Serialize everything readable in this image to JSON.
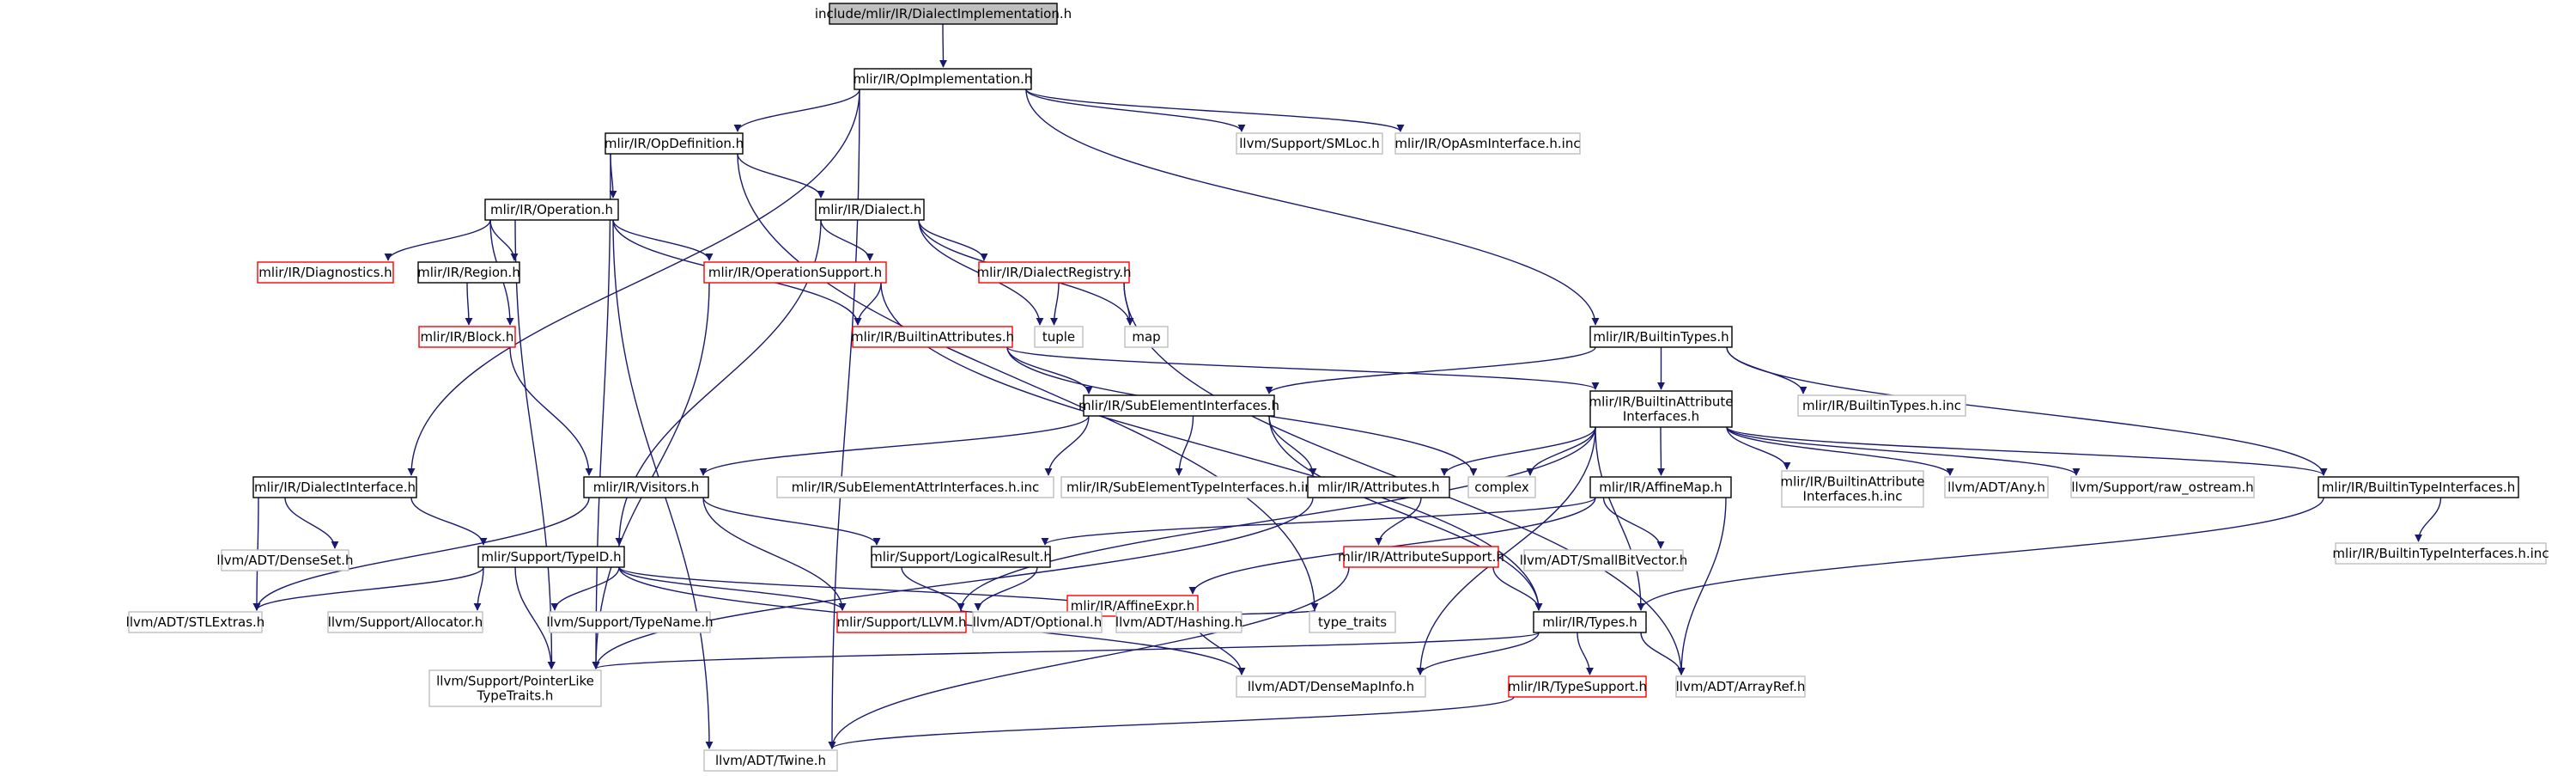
{
  "diagram": {
    "root_label": "include/mlir/IR/DialectImplementation.h",
    "colors": {
      "edge": "#191970",
      "root_fill": "#bfbfbf",
      "normal_border": "#000000",
      "missing_border": "#bfbfbf",
      "incomplete_border": "#ff0000"
    },
    "nodes": [
      {
        "id": "root",
        "lines": [
          "include/mlir/IR/DialectImplementation.h"
        ],
        "kind": "root"
      },
      {
        "id": "opimpl",
        "lines": [
          "mlir/IR/OpImplementation.h"
        ],
        "kind": "normal"
      },
      {
        "id": "opdef",
        "lines": [
          "mlir/IR/OpDefinition.h"
        ],
        "kind": "normal"
      },
      {
        "id": "smloc",
        "lines": [
          "llvm/Support/SMLoc.h"
        ],
        "kind": "missing"
      },
      {
        "id": "opasm",
        "lines": [
          "mlir/IR/OpAsmInterface.h.inc"
        ],
        "kind": "missing"
      },
      {
        "id": "operation",
        "lines": [
          "mlir/IR/Operation.h"
        ],
        "kind": "normal"
      },
      {
        "id": "dialect",
        "lines": [
          "mlir/IR/Dialect.h"
        ],
        "kind": "normal"
      },
      {
        "id": "diagnostics",
        "lines": [
          "mlir/IR/Diagnostics.h"
        ],
        "kind": "incomplete"
      },
      {
        "id": "region",
        "lines": [
          "mlir/IR/Region.h"
        ],
        "kind": "normal"
      },
      {
        "id": "opsupport",
        "lines": [
          "mlir/IR/OperationSupport.h"
        ],
        "kind": "incomplete"
      },
      {
        "id": "dialreg",
        "lines": [
          "mlir/IR/DialectRegistry.h"
        ],
        "kind": "incomplete"
      },
      {
        "id": "block",
        "lines": [
          "mlir/IR/Block.h"
        ],
        "kind": "incomplete"
      },
      {
        "id": "tuple",
        "lines": [
          "tuple"
        ],
        "kind": "missing"
      },
      {
        "id": "map",
        "lines": [
          "map"
        ],
        "kind": "missing"
      },
      {
        "id": "builtinattrs",
        "lines": [
          "mlir/IR/BuiltinAttributes.h"
        ],
        "kind": "incomplete"
      },
      {
        "id": "builtintypes",
        "lines": [
          "mlir/IR/BuiltinTypes.h"
        ],
        "kind": "normal"
      },
      {
        "id": "subelem",
        "lines": [
          "mlir/IR/SubElementInterfaces.h"
        ],
        "kind": "normal"
      },
      {
        "id": "baif",
        "lines": [
          "mlir/IR/BuiltinAttribute",
          "Interfaces.h"
        ],
        "kind": "normal"
      },
      {
        "id": "btinc",
        "lines": [
          "mlir/IR/BuiltinTypes.h.inc"
        ],
        "kind": "missing"
      },
      {
        "id": "dialif",
        "lines": [
          "mlir/IR/DialectInterface.h"
        ],
        "kind": "normal"
      },
      {
        "id": "visitors",
        "lines": [
          "mlir/IR/Visitors.h"
        ],
        "kind": "normal"
      },
      {
        "id": "seaif",
        "lines": [
          "mlir/IR/SubElementAttrInterfaces.h.inc"
        ],
        "kind": "missing"
      },
      {
        "id": "setif",
        "lines": [
          "mlir/IR/SubElementTypeInterfaces.h.inc"
        ],
        "kind": "missing"
      },
      {
        "id": "attributes",
        "lines": [
          "mlir/IR/Attributes.h"
        ],
        "kind": "normal"
      },
      {
        "id": "complex",
        "lines": [
          "complex"
        ],
        "kind": "missing"
      },
      {
        "id": "affinemap",
        "lines": [
          "mlir/IR/AffineMap.h"
        ],
        "kind": "normal"
      },
      {
        "id": "baifinc",
        "lines": [
          "mlir/IR/BuiltinAttribute",
          "Interfaces.h.inc"
        ],
        "kind": "missing"
      },
      {
        "id": "any",
        "lines": [
          "llvm/ADT/Any.h"
        ],
        "kind": "missing"
      },
      {
        "id": "rawos",
        "lines": [
          "llvm/Support/raw_ostream.h"
        ],
        "kind": "missing"
      },
      {
        "id": "btif",
        "lines": [
          "mlir/IR/BuiltinTypeInterfaces.h"
        ],
        "kind": "normal"
      },
      {
        "id": "denseset",
        "lines": [
          "llvm/ADT/DenseSet.h"
        ],
        "kind": "missing"
      },
      {
        "id": "typeid",
        "lines": [
          "mlir/Support/TypeID.h"
        ],
        "kind": "normal"
      },
      {
        "id": "logres",
        "lines": [
          "mlir/Support/LogicalResult.h"
        ],
        "kind": "normal"
      },
      {
        "id": "affexpr",
        "lines": [
          "mlir/IR/AffineExpr.h"
        ],
        "kind": "incomplete"
      },
      {
        "id": "attrsupport",
        "lines": [
          "mlir/IR/AttributeSupport.h"
        ],
        "kind": "incomplete"
      },
      {
        "id": "sbv",
        "lines": [
          "llvm/ADT/SmallBitVector.h"
        ],
        "kind": "missing"
      },
      {
        "id": "btifinc",
        "lines": [
          "mlir/IR/BuiltinTypeInterfaces.h.inc"
        ],
        "kind": "missing"
      },
      {
        "id": "stlextras",
        "lines": [
          "llvm/ADT/STLExtras.h"
        ],
        "kind": "missing"
      },
      {
        "id": "allocator",
        "lines": [
          "llvm/Support/Allocator.h"
        ],
        "kind": "missing"
      },
      {
        "id": "typename",
        "lines": [
          "llvm/Support/TypeName.h"
        ],
        "kind": "missing"
      },
      {
        "id": "llvmh",
        "lines": [
          "mlir/Support/LLVM.h"
        ],
        "kind": "incomplete"
      },
      {
        "id": "optional",
        "lines": [
          "llvm/ADT/Optional.h"
        ],
        "kind": "missing"
      },
      {
        "id": "hashing",
        "lines": [
          "llvm/ADT/Hashing.h"
        ],
        "kind": "missing"
      },
      {
        "id": "typetraits",
        "lines": [
          "type_traits"
        ],
        "kind": "missing"
      },
      {
        "id": "types",
        "lines": [
          "mlir/IR/Types.h"
        ],
        "kind": "normal"
      },
      {
        "id": "ptrlike",
        "lines": [
          "llvm/Support/PointerLike",
          "TypeTraits.h"
        ],
        "kind": "missing"
      },
      {
        "id": "densemapinfo",
        "lines": [
          "llvm/ADT/DenseMapInfo.h"
        ],
        "kind": "missing"
      },
      {
        "id": "arrayref",
        "lines": [
          "llvm/ADT/ArrayRef.h"
        ],
        "kind": "missing"
      },
      {
        "id": "typesupport",
        "lines": [
          "mlir/IR/TypeSupport.h"
        ],
        "kind": "incomplete"
      },
      {
        "id": "twine",
        "lines": [
          "llvm/ADT/Twine.h"
        ],
        "kind": "missing"
      }
    ],
    "edges": [
      [
        "root",
        "opimpl"
      ],
      [
        "opimpl",
        "opdef"
      ],
      [
        "opimpl",
        "smloc"
      ],
      [
        "opimpl",
        "opasm"
      ],
      [
        "opimpl",
        "builtintypes"
      ],
      [
        "opimpl",
        "dialif"
      ],
      [
        "opimpl",
        "twine"
      ],
      [
        "opdef",
        "operation"
      ],
      [
        "opdef",
        "dialect"
      ],
      [
        "opdef",
        "ptrlike"
      ],
      [
        "opdef",
        "typetraits"
      ],
      [
        "operation",
        "diagnostics"
      ],
      [
        "operation",
        "region"
      ],
      [
        "operation",
        "opsupport"
      ],
      [
        "operation",
        "block"
      ],
      [
        "operation",
        "builtinattrs"
      ],
      [
        "operation",
        "twine"
      ],
      [
        "operation",
        "ptrlike"
      ],
      [
        "dialect",
        "opsupport"
      ],
      [
        "dialect",
        "dialreg"
      ],
      [
        "dialect",
        "tuple"
      ],
      [
        "dialect",
        "map"
      ],
      [
        "dialect",
        "typeid"
      ],
      [
        "dialreg",
        "tuple"
      ],
      [
        "dialreg",
        "map"
      ],
      [
        "dialreg",
        "arrayref"
      ],
      [
        "region",
        "block"
      ],
      [
        "block",
        "visitors"
      ],
      [
        "opsupport",
        "builtinattrs"
      ],
      [
        "opsupport",
        "ptrlike"
      ],
      [
        "opsupport",
        "types"
      ],
      [
        "builtinattrs",
        "subelem"
      ],
      [
        "builtinattrs",
        "baif"
      ],
      [
        "builtinattrs",
        "complex"
      ],
      [
        "builtintypes",
        "subelem"
      ],
      [
        "builtintypes",
        "baif"
      ],
      [
        "builtintypes",
        "btinc"
      ],
      [
        "builtintypes",
        "btif"
      ],
      [
        "subelem",
        "visitors"
      ],
      [
        "subelem",
        "seaif"
      ],
      [
        "subelem",
        "setif"
      ],
      [
        "subelem",
        "attributes"
      ],
      [
        "subelem",
        "types"
      ],
      [
        "baif",
        "attributes"
      ],
      [
        "baif",
        "complex"
      ],
      [
        "baif",
        "affinemap"
      ],
      [
        "baif",
        "baifinc"
      ],
      [
        "baif",
        "any"
      ],
      [
        "baif",
        "rawos"
      ],
      [
        "baif",
        "btif"
      ],
      [
        "baif",
        "types"
      ],
      [
        "baif",
        "densemapinfo"
      ],
      [
        "baif",
        "llvmh"
      ],
      [
        "dialif",
        "denseset"
      ],
      [
        "dialif",
        "typeid"
      ],
      [
        "dialif",
        "stlextras"
      ],
      [
        "visitors",
        "logres"
      ],
      [
        "visitors",
        "llvmh"
      ],
      [
        "visitors",
        "stlextras"
      ],
      [
        "attributes",
        "attrsupport"
      ],
      [
        "attributes",
        "ptrlike"
      ],
      [
        "affinemap",
        "affexpr"
      ],
      [
        "affinemap",
        "sbv"
      ],
      [
        "affinemap",
        "arrayref"
      ],
      [
        "affinemap",
        "logres"
      ],
      [
        "btif",
        "btifinc"
      ],
      [
        "btif",
        "types"
      ],
      [
        "typeid",
        "stlextras"
      ],
      [
        "typeid",
        "allocator"
      ],
      [
        "typeid",
        "typename"
      ],
      [
        "typeid",
        "llvmh"
      ],
      [
        "typeid",
        "hashing"
      ],
      [
        "typeid",
        "ptrlike"
      ],
      [
        "typeid",
        "densemapinfo"
      ],
      [
        "logres",
        "llvmh"
      ],
      [
        "logres",
        "optional"
      ],
      [
        "affexpr",
        "llvmh"
      ],
      [
        "affexpr",
        "hashing"
      ],
      [
        "affexpr",
        "typetraits"
      ],
      [
        "affexpr",
        "densemapinfo"
      ],
      [
        "attrsupport",
        "types"
      ],
      [
        "attrsupport",
        "twine"
      ],
      [
        "types",
        "ptrlike"
      ],
      [
        "types",
        "densemapinfo"
      ],
      [
        "types",
        "arrayref"
      ],
      [
        "types",
        "typesupport"
      ],
      [
        "typesupport",
        "twine"
      ]
    ]
  }
}
